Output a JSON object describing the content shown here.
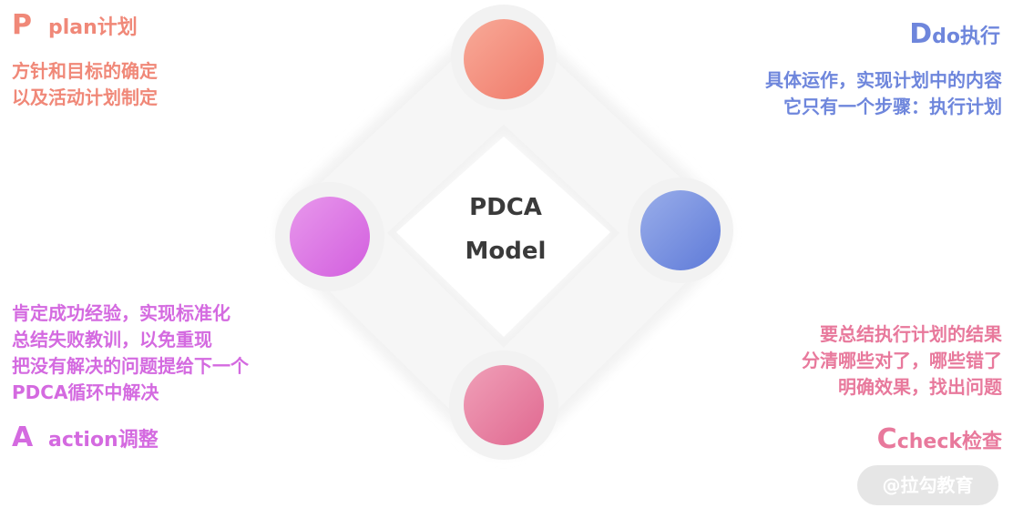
{
  "center": {
    "line1": "PDCA",
    "line2": "Model"
  },
  "plan": {
    "letter": "P",
    "label": "plan计划",
    "color": "#f08878",
    "desc": [
      "方针和目标的确定",
      "以及活动计划制定"
    ]
  },
  "do": {
    "letter": "D",
    "label": "do执行",
    "color": "#6e86dc",
    "desc": [
      "具体运作，实现计划中的内容",
      "它只有一个步骤：执行计划"
    ]
  },
  "action": {
    "letter": "A",
    "label": "action调整",
    "color": "#d46ae0",
    "desc": [
      "肯定成功经验，实现标准化",
      "总结失败教训，以免重现",
      "把没有解决的问题提给下一个",
      "PDCA循环中解决"
    ]
  },
  "check": {
    "letter": "C",
    "label": "check检查",
    "color": "#e8799c",
    "desc": [
      "要总结执行计划的结果",
      "分清哪些对了，哪些错了",
      "明确效果，找出问题"
    ]
  },
  "watermark": "@拉勾教育"
}
